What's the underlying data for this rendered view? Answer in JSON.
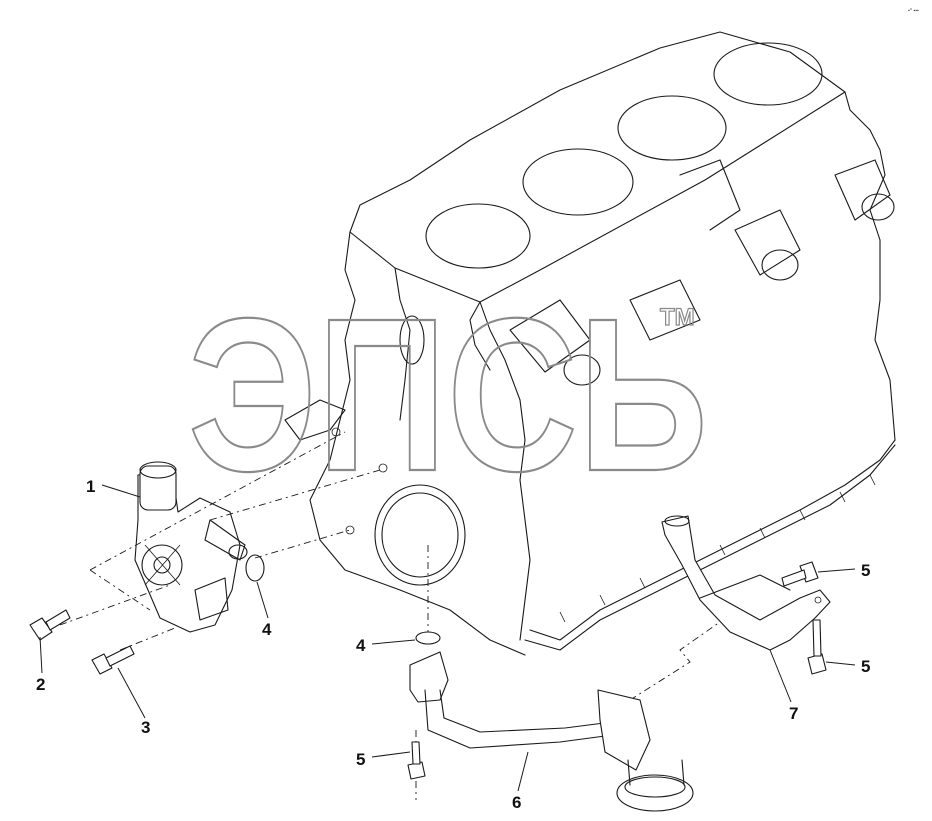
{
  "watermark": {
    "logo_text": "ЭПСЬ",
    "tm": "TM"
  },
  "corner_mark": "▪^ ▪▪▪",
  "callouts": [
    {
      "id": "c1",
      "label": "1"
    },
    {
      "id": "c2",
      "label": "2"
    },
    {
      "id": "c3",
      "label": "3"
    },
    {
      "id": "c4a",
      "label": "4"
    },
    {
      "id": "c4b",
      "label": "4"
    },
    {
      "id": "c5a",
      "label": "5"
    },
    {
      "id": "c5b",
      "label": "5"
    },
    {
      "id": "c5c",
      "label": "5"
    },
    {
      "id": "c6",
      "label": "6"
    },
    {
      "id": "c7",
      "label": "7"
    }
  ],
  "colors": {
    "line": "#1a1a1a",
    "watermark": "#8a8a8a",
    "background": "#ffffff"
  }
}
